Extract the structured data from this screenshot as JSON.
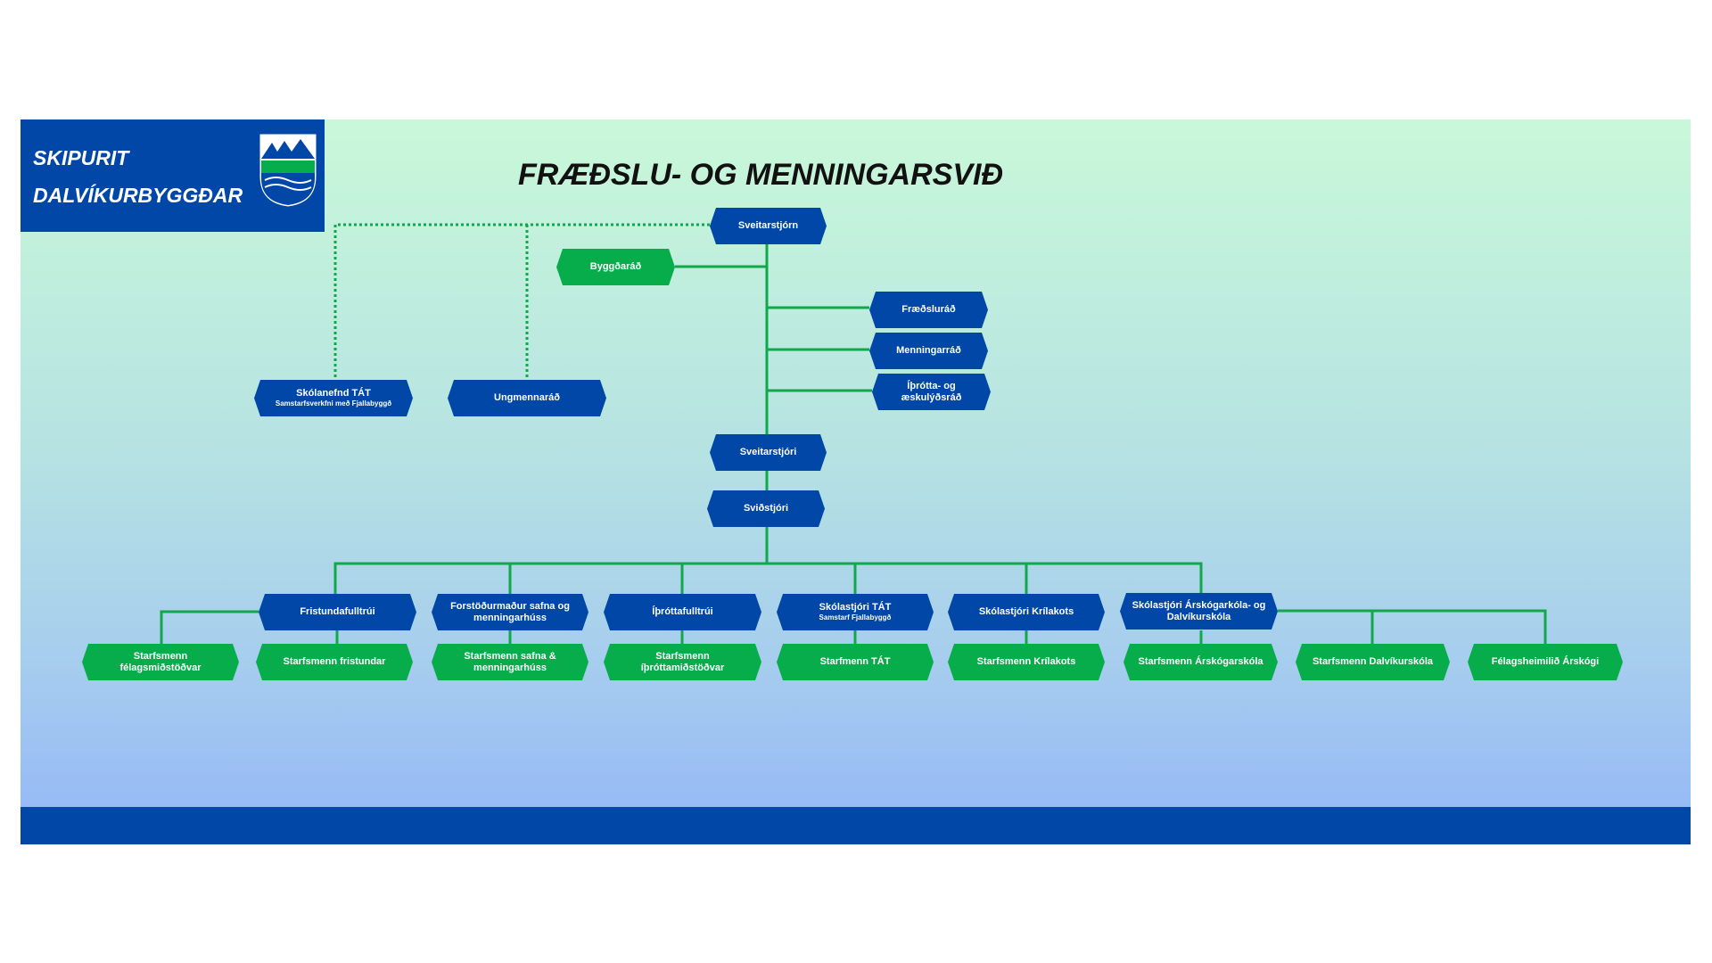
{
  "header": {
    "line1": "SKIPURIT",
    "line2": "DALVÍKURBYGGÐAR",
    "logo": "Dalvíkurbyggð coat of arms"
  },
  "title": "FRÆÐSLU- OG MENNINGARSVIÐ",
  "colors": {
    "blue": "#0047a8",
    "green": "#08ad4b",
    "line": "#10a84a"
  },
  "nodes": {
    "sveitarstjorn": "Sveitarstjórn",
    "byggdarad": "Byggðaráð",
    "fraedslurad": "Fræðsluráð",
    "menningarrad": "Menningarráð",
    "ithrotta": "Íþrótta- og æskulýðsráð",
    "skolanefnd": "Skólanefnd TÁT",
    "skolanefnd_sub": "Samstarfsverkfni með Fjallabyggð",
    "ungmennarad": "Ungmennaráð",
    "sveitarstjori": "Sveitarstjóri",
    "svidstjori": "Sviðstjóri",
    "fristundafulltrui": "Fristundafulltrúi",
    "forstodumadur": "Forstöðurmaður safna og menningarhúss",
    "ithrottafulltrui": "Íþróttafulltrúi",
    "skolastjori_tat": "Skólastjóri TÁT",
    "skolastjori_tat_sub": "Samstarf Fjallabyggð",
    "skolastjori_krilakots": "Skólastjóri Krílakots",
    "skolastjori_arskogar": "Skólastjóri Árskógarkóla- og Dalvíkurskóla",
    "st_felagsmidstodvar": "Starfsmenn félagsmiðstöðvar",
    "st_fristundar": "Starfsmenn fristundar",
    "st_safna": "Starfsmenn safna & menningarhúss",
    "st_ithrotta": "Starfsmenn íþróttamiðstöðvar",
    "st_tat": "Starfmenn TÁT",
    "st_krilakots": "Starfsmenn Krílakots",
    "st_arskogar": "Starfsmenn Árskógarskóla",
    "st_dalvikur": "Starfsmenn Dalvíkurskóla",
    "felagsheimili": "Félagsheimilið Árskógi"
  }
}
